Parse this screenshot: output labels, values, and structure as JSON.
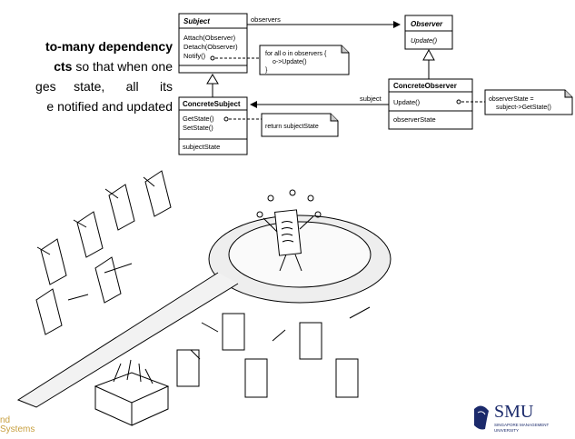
{
  "slide_text": {
    "line1": "to-many dependency",
    "line2_bold": "cts",
    "line2_rest": " so that when one",
    "line3": "ges     state,      all      its",
    "line4": "e notified and updated"
  },
  "uml": {
    "subject": {
      "title": "Subject",
      "methods": [
        "Attach(Observer)",
        "Detach(Observer)",
        "Notify()"
      ]
    },
    "observers_label": "observers",
    "observer": {
      "title": "Observer",
      "methods": [
        "Update()"
      ]
    },
    "note_notify": [
      "for all o in observers {",
      "o->Update()",
      "}"
    ],
    "concrete_subject": {
      "title": "ConcreteSubject",
      "methods": [
        "GetState()",
        "SetState()"
      ],
      "attributes": [
        "subjectState"
      ]
    },
    "note_getstate": "return subjectState",
    "subject_label": "subject",
    "concrete_observer": {
      "title": "ConcreteObserver",
      "methods": [
        "Update()"
      ],
      "attributes": [
        "observerState"
      ]
    },
    "note_update": [
      "observerState =",
      "subject->GetState()"
    ]
  },
  "footer": {
    "line1": "nd",
    "line2": "Systems"
  },
  "logo": {
    "name": "SMU",
    "sub1": "SINGAPORE MANAGEMENT",
    "sub2": "UNIVERSITY",
    "color": "#1b2a6b"
  }
}
